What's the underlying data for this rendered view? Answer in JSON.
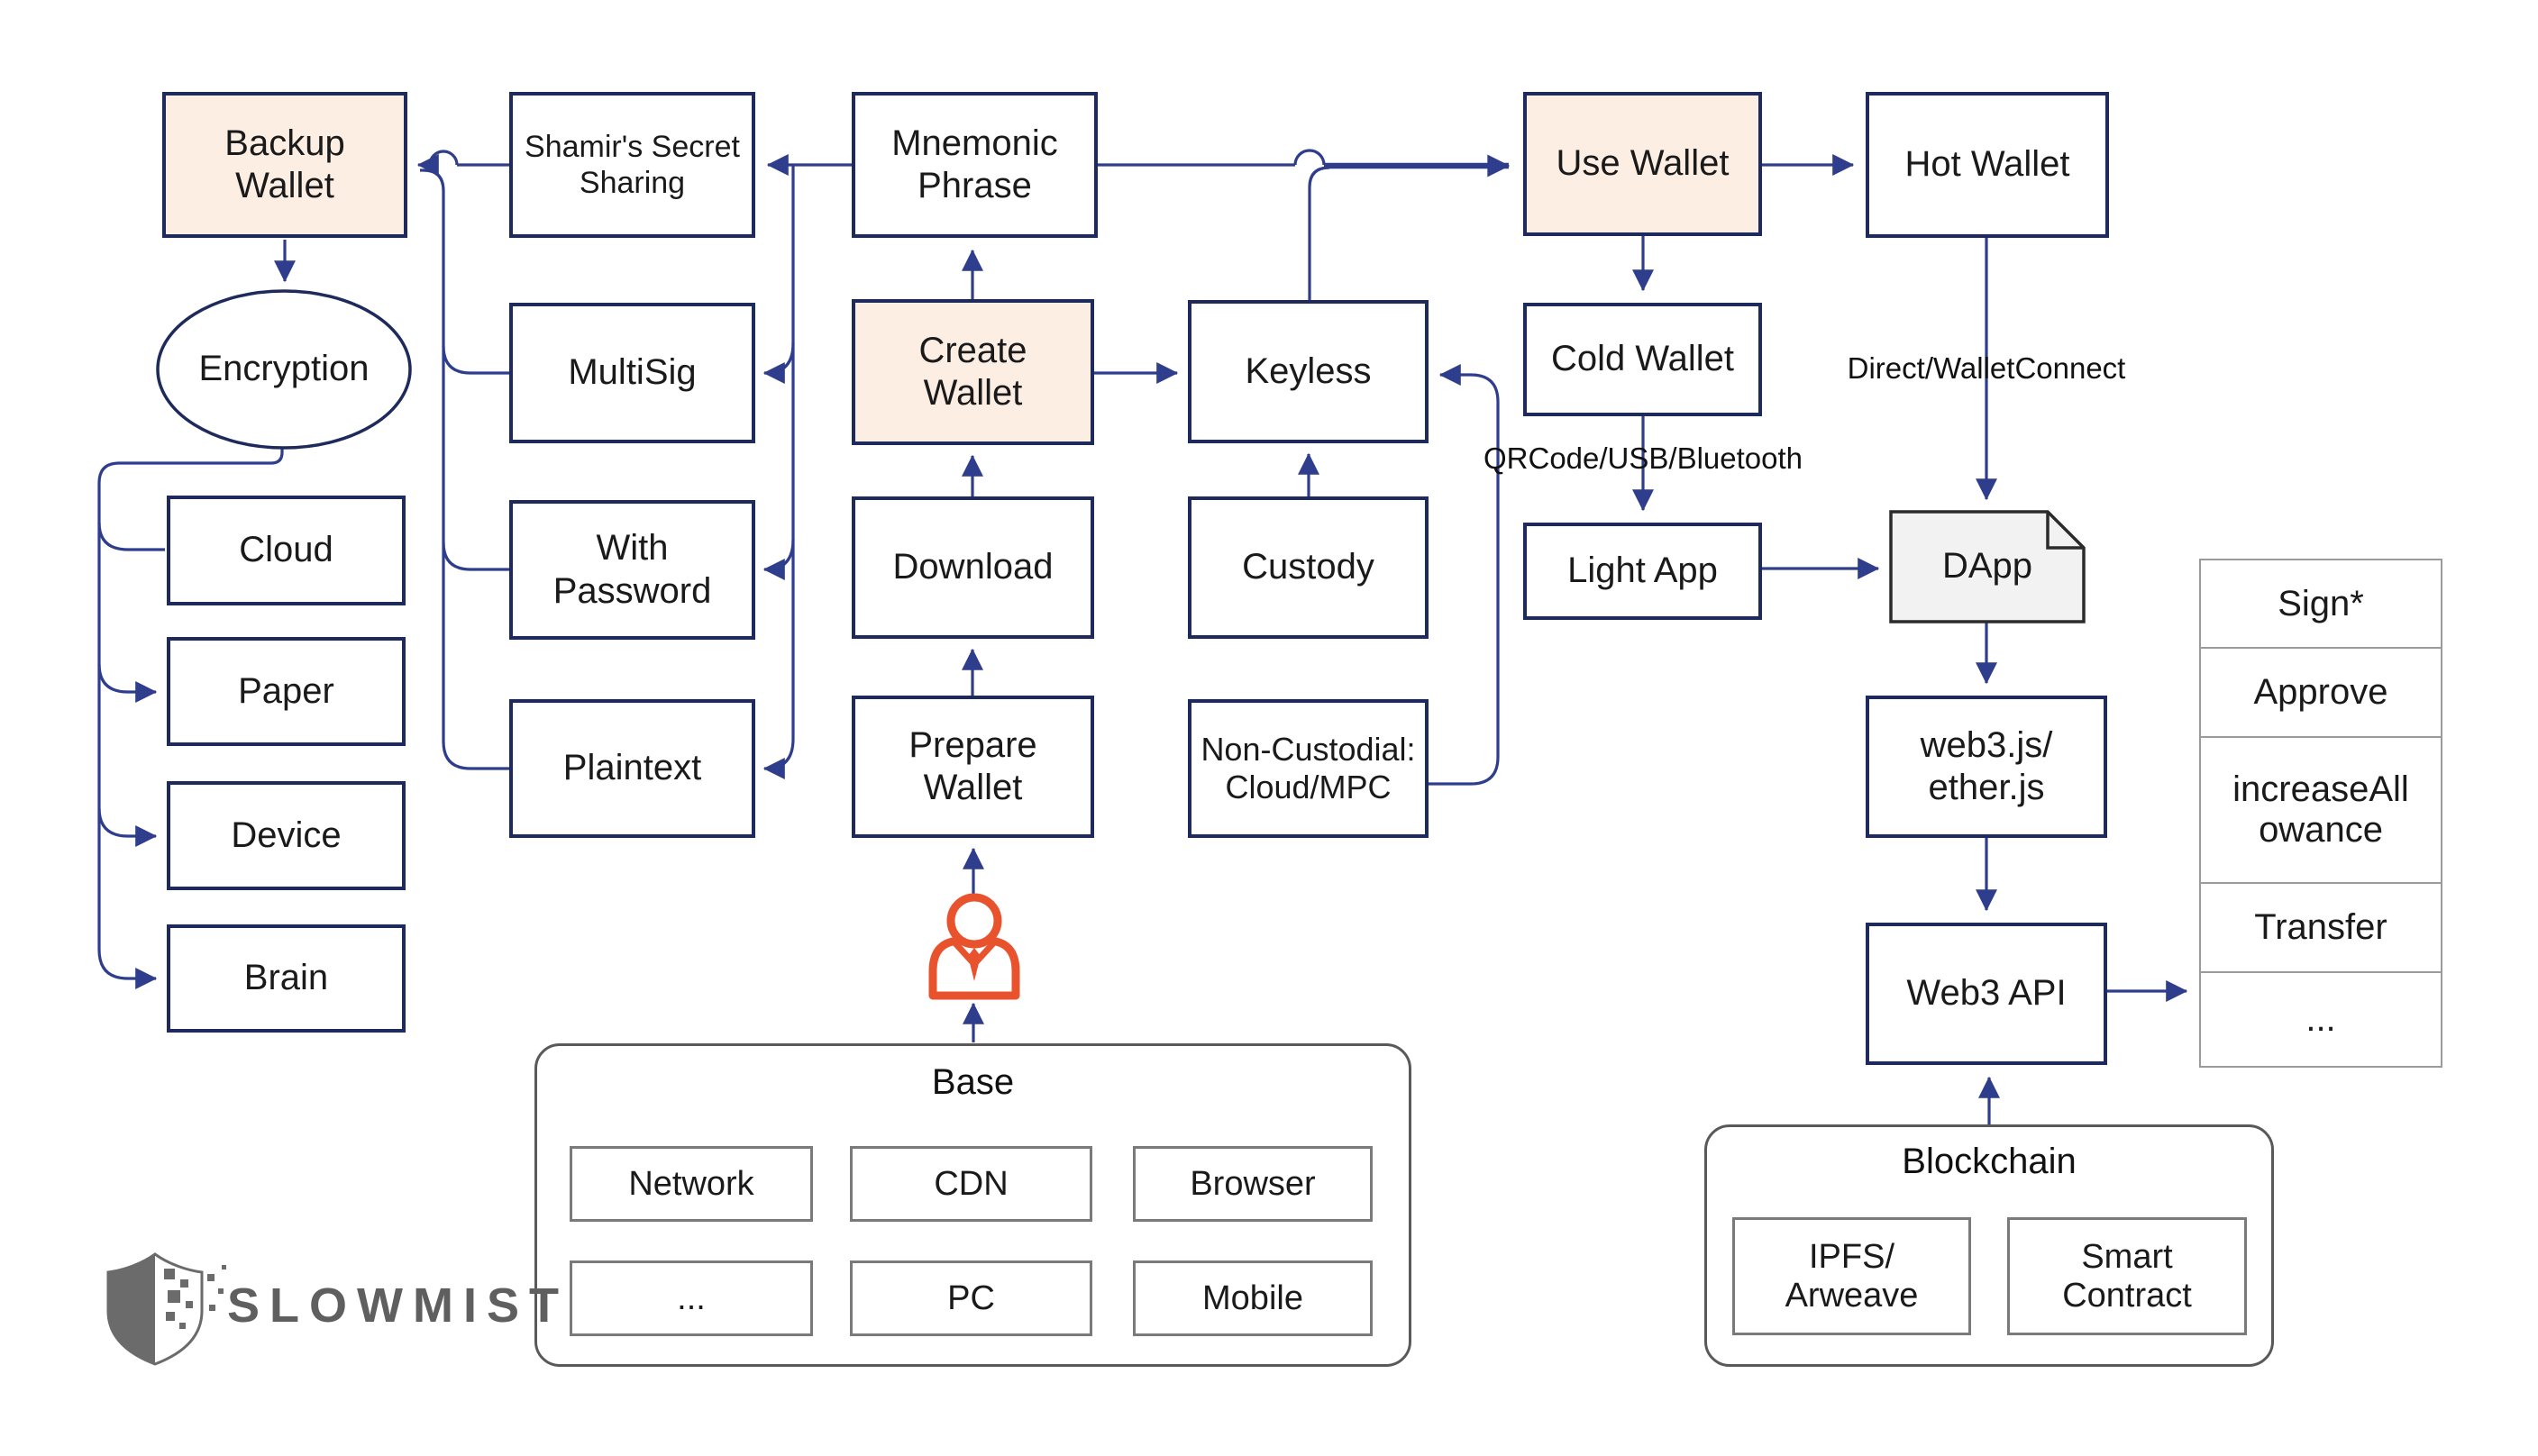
{
  "diagram": {
    "nodes": {
      "backup_wallet": {
        "label": "Backup\nWallet"
      },
      "shamirs_secret": {
        "label": "Shamir's Secret\nSharing"
      },
      "mnemonic": {
        "label": "Mnemonic\nPhrase"
      },
      "use_wallet": {
        "label": "Use Wallet"
      },
      "hot_wallet": {
        "label": "Hot Wallet"
      },
      "encryption": {
        "label": "Encryption"
      },
      "multisig": {
        "label": "MultiSig"
      },
      "create_wallet": {
        "label": "Create\nWallet"
      },
      "keyless": {
        "label": "Keyless"
      },
      "cold_wallet": {
        "label": "Cold Wallet"
      },
      "cloud": {
        "label": "Cloud"
      },
      "with_password": {
        "label": "With\nPassword"
      },
      "download": {
        "label": "Download"
      },
      "custody": {
        "label": "Custody"
      },
      "light_app": {
        "label": "Light App"
      },
      "dapp": {
        "label": "DApp"
      },
      "paper": {
        "label": "Paper"
      },
      "plaintext": {
        "label": "Plaintext"
      },
      "prepare_wallet": {
        "label": "Prepare\nWallet"
      },
      "non_custodial": {
        "label": "Non-Custodial:\nCloud/MPC"
      },
      "web3js": {
        "label": "web3.js/\nether.js"
      },
      "device": {
        "label": "Device"
      },
      "brain": {
        "label": "Brain"
      },
      "web3_api": {
        "label": "Web3 API"
      }
    },
    "edge_labels": {
      "qrcode_usb_bluetooth": "QRCode/USB/Bluetooth",
      "direct_walletconnect": "Direct/WalletConnect"
    },
    "api_table": {
      "rows": [
        "Sign*",
        "Approve",
        "increaseAll\nowance",
        "Transfer",
        "..."
      ]
    },
    "base_group": {
      "title": "Base",
      "items": [
        "Network",
        "CDN",
        "Browser",
        "...",
        "PC",
        "Mobile"
      ]
    },
    "blockchain_group": {
      "title": "Blockchain",
      "items": [
        "IPFS/\nArweave",
        "Smart\nContract"
      ]
    },
    "logo": {
      "text": "SLOWMIST"
    },
    "colors": {
      "highlight_fill": "#fdeee3",
      "box_border": "#1f2a5c",
      "connector": "#2e3d8c",
      "person_orange": "#e8532e",
      "dapp_fill": "#f2f2f2",
      "table_border": "#9b9b9b",
      "group_border": "#595959",
      "logo_gray": "#5f5f5f"
    }
  }
}
